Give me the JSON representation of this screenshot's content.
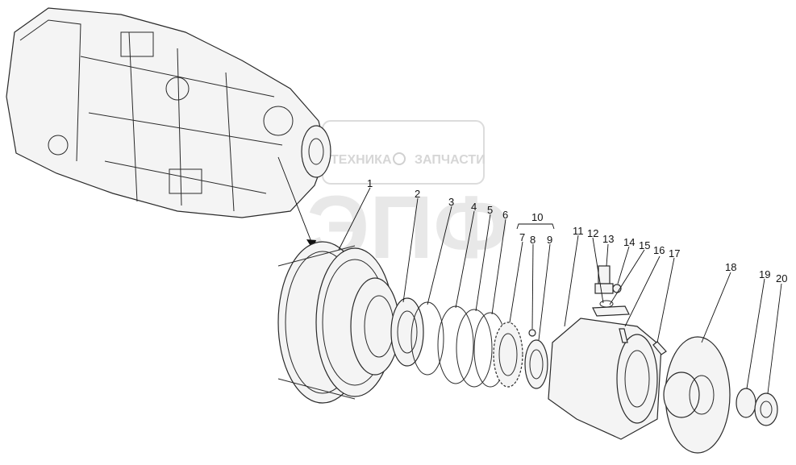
{
  "watermark": {
    "line1_left": "ТЕХНИКА",
    "line1_right": "ЗАПЧАСТИ",
    "big": "ЭПФ",
    "color": "#d6d6d6"
  },
  "callouts": [
    "1",
    "2",
    "3",
    "4",
    "5",
    "6",
    "7",
    "8",
    "9",
    "10",
    "11",
    "12",
    "13",
    "14",
    "15",
    "16",
    "17",
    "18",
    "19",
    "20"
  ]
}
